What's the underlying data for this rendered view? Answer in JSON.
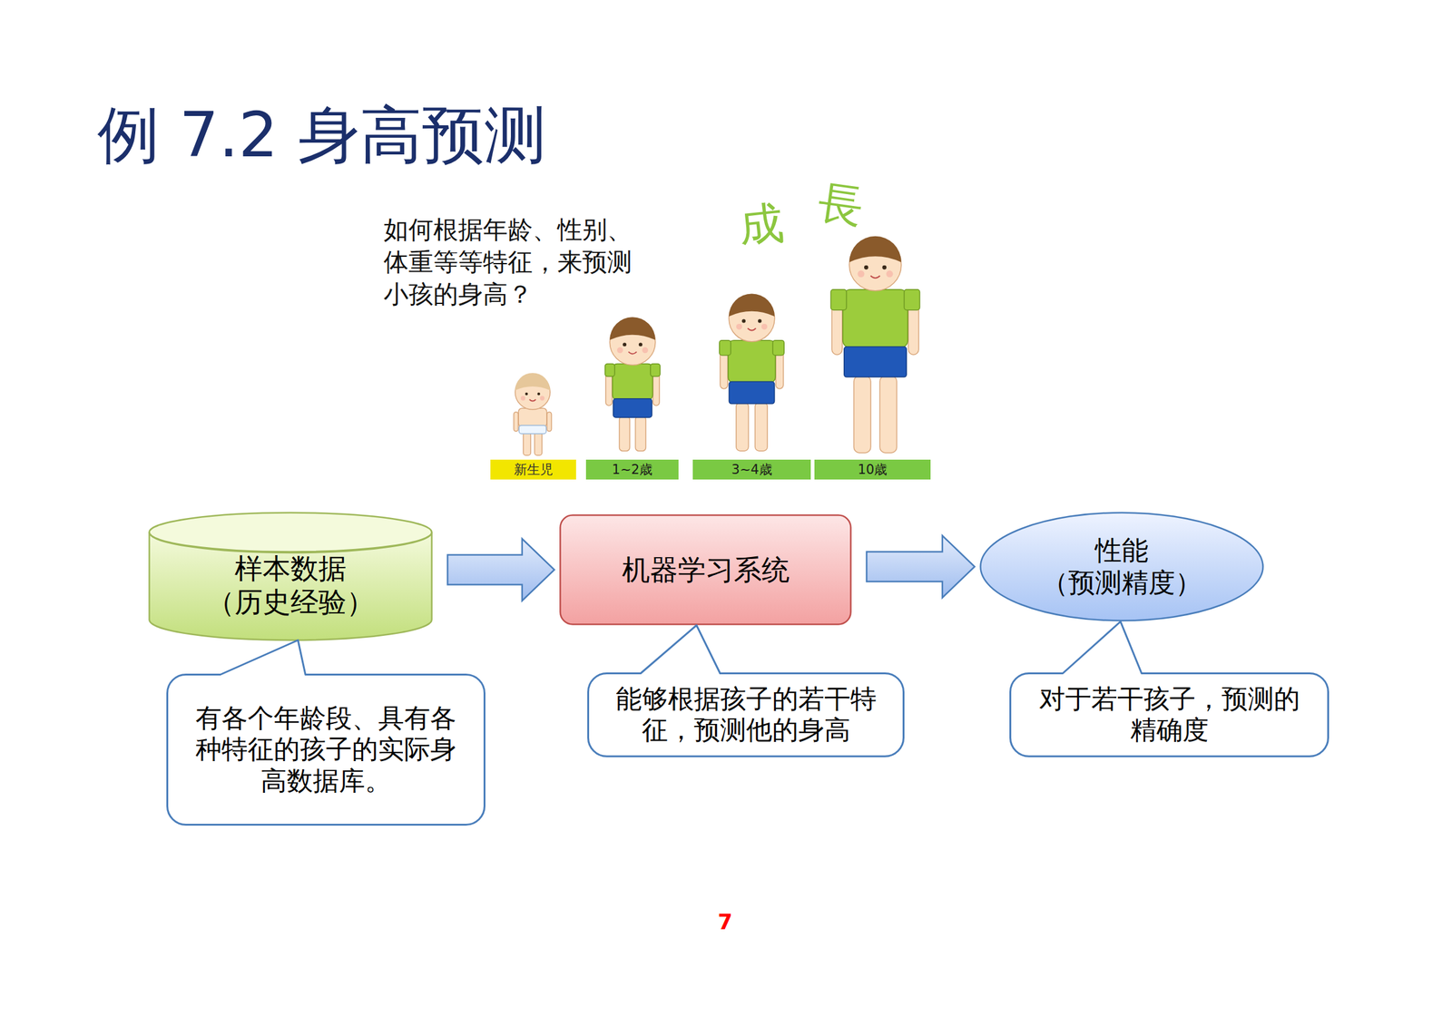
{
  "diagram": {
    "title": "例 7.2 身高预测",
    "nodes": [
      {
        "text": [
          "样本数据 （历史经验）"
        ]
      },
      {
        "text": [
          "机器学习系统"
        ]
      },
      {
        "text": [
          "性能 （预测精度）"
        ]
      },
      {
        "text": [
          "有各个年龄段、具有各种特征的孩子的实际身高数据库。"
        ]
      },
      {
        "text": [
          "能够根据孩子的若干特征，预测他的身高"
        ]
      },
      {
        "text": [
          "对于若干孩子，预测的精确度"
        ]
      }
    ],
    "edges": [
      {
        "from": 0,
        "to": 1,
        "arrow": "to"
      },
      {
        "from": 1,
        "to": 2,
        "arrow": "to"
      }
    ],
    "labels": [
      "如何根据年龄、性别、体重等等特征，来预测小孩的身高？",
      "成",
      "長",
      "新生児",
      "1~2歳",
      "3~4歳",
      "10歳",
      "7"
    ]
  }
}
